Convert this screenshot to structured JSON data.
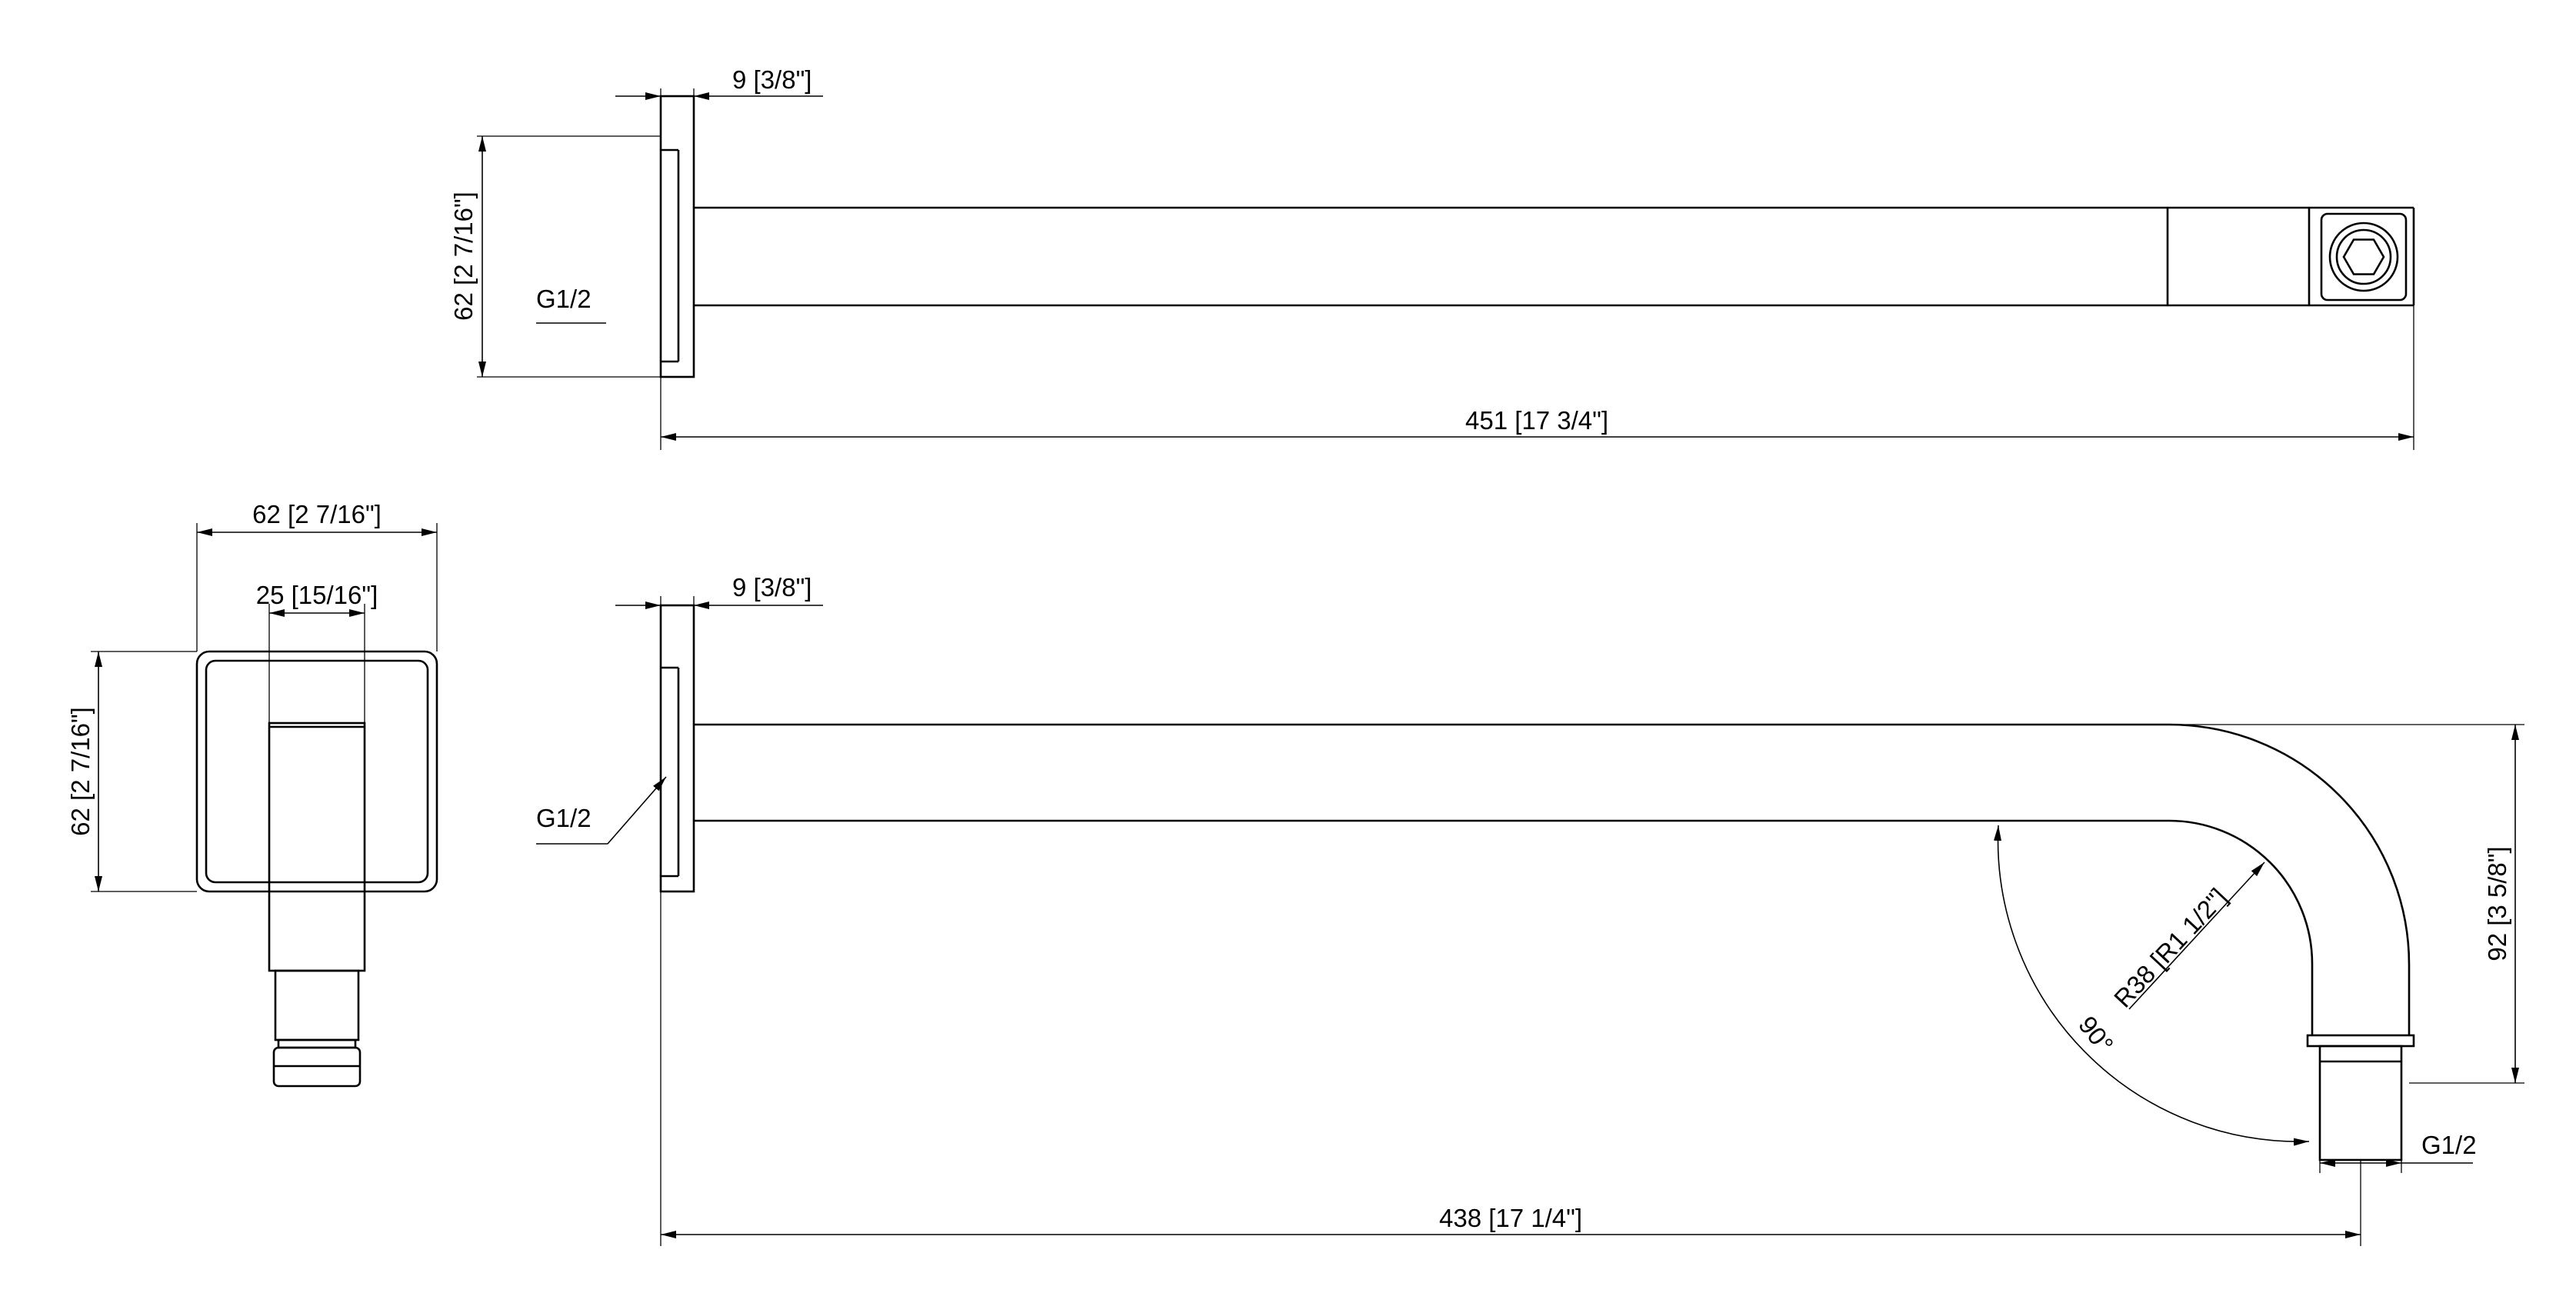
{
  "labels": {
    "top_thickness": "9 [3/8\"]",
    "top_flange_height": "62 [2 7/16\"]",
    "top_thread": "G1/2",
    "top_length": "451 [17 3/4\"]",
    "left_width": "62 [2 7/16\"]",
    "left_arm_width": "25 [15/16\"]",
    "left_height": "62 [2 7/16\"]",
    "bottom_thickness": "9 [3/8\"]",
    "bottom_inlet_thread": "G1/2",
    "bottom_drop": "92 [3 5/8\"]",
    "bottom_radius": "R38 [R1 1/2\"]",
    "bottom_angle": "90°",
    "bottom_outlet_thread": "G1/2",
    "bottom_length": "438 [17 1/4\"]"
  },
  "colors": {
    "line": "#000000",
    "background": "#ffffff"
  }
}
